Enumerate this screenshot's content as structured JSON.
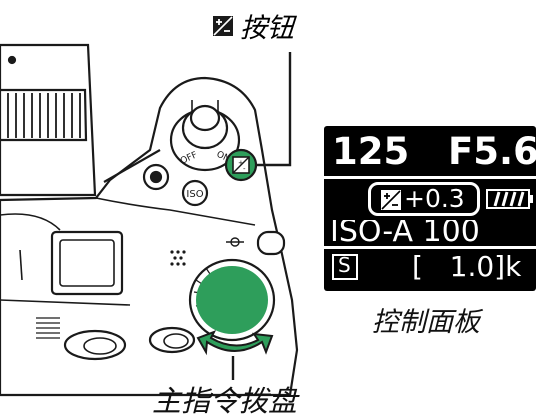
{
  "callouts": {
    "ev_button": "按钮",
    "main_dial": "主指令拨盘",
    "control_panel": "控制面板"
  },
  "control_panel": {
    "shutter": "125",
    "aperture": "F5.6",
    "exposure_comp": "+0.3",
    "iso": "ISO-A 100",
    "mode": "S",
    "shots_remaining": "[   1.0]k"
  },
  "colors": {
    "highlight_green": "#2e9e5b",
    "outline": "#1a1a1a",
    "lcd_bg": "#000000"
  },
  "icons": [
    "exposure-compensation-icon",
    "iso-button",
    "power-switch",
    "dial-arrow"
  ]
}
